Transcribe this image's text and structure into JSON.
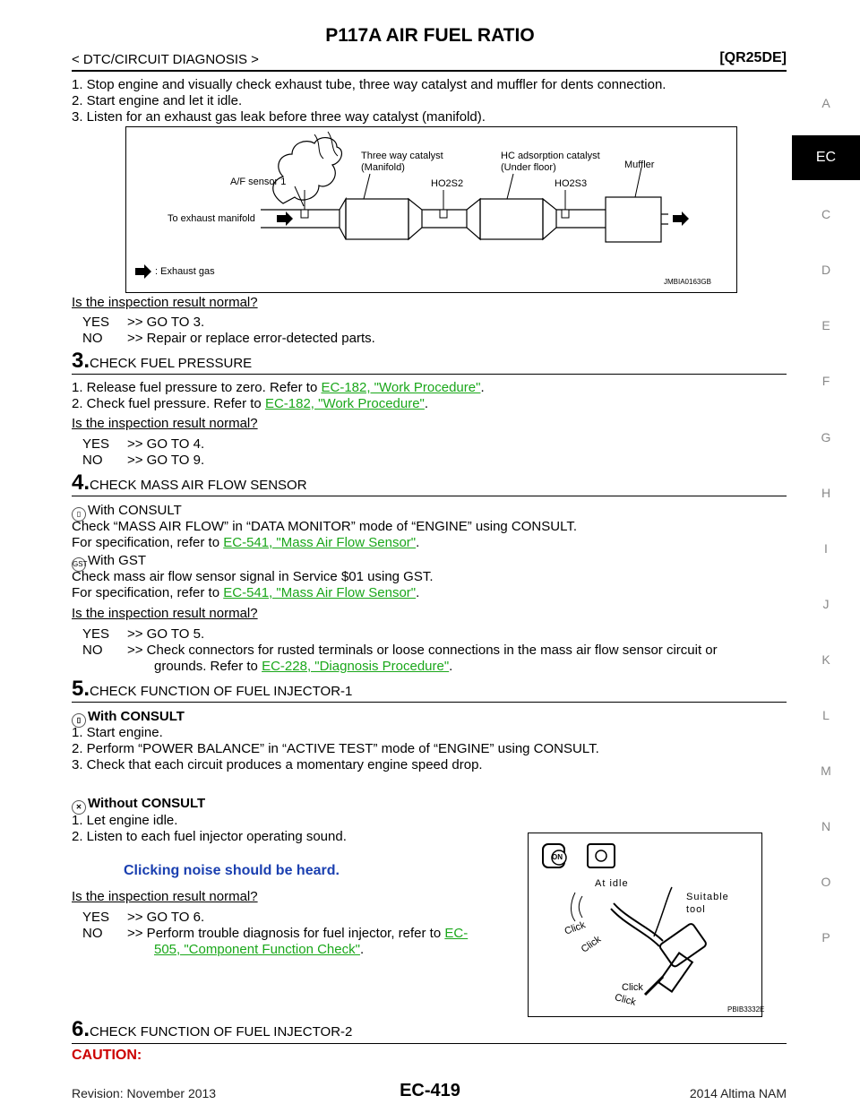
{
  "header": {
    "title": "P117A AIR FUEL RATIO",
    "section": "< DTC/CIRCUIT DIAGNOSIS >",
    "engine": "[QR25DE]"
  },
  "side_tabs": [
    "A",
    "EC",
    "C",
    "D",
    "E",
    "F",
    "G",
    "H",
    "I",
    "J",
    "K",
    "L",
    "M",
    "N",
    "O",
    "P"
  ],
  "step2": {
    "lines": [
      "1. Stop engine and visually check exhaust tube, three way catalyst and muffler for dents connection.",
      "2. Start engine and let it idle.",
      "3. Listen for an exhaust gas leak before three way catalyst (manifold)."
    ],
    "diagram": {
      "label_twc": "Three way catalyst",
      "label_twc2": "(Manifold)",
      "label_hc": "HC adsorption catalyst",
      "label_hc2": "(Under floor)",
      "label_muffler": "Muffler",
      "label_af": "A/F sensor 1",
      "label_ho2s2": "HO2S2",
      "label_ho2s3": "HO2S3",
      "label_manifold": "To exhaust manifold",
      "label_legend": ": Exhaust gas",
      "code": "JMBIA0163GB"
    },
    "question": "Is the inspection result normal?",
    "yes_key": "YES",
    "yes": ">> GO TO 3.",
    "no_key": "NO",
    "no": ">> Repair or replace error-detected parts."
  },
  "step3": {
    "num": "3.",
    "title": "CHECK FUEL PRESSURE",
    "line1_a": "1. Release fuel pressure to zero. Refer to ",
    "line1_link": "EC-182, \"Work Procedure\"",
    "line2_a": "2. Check fuel pressure. Refer to ",
    "line2_link": "EC-182, \"Work Procedure\"",
    "period": ".",
    "question": "Is the inspection result normal?",
    "yes_key": "YES",
    "yes": ">> GO TO 4.",
    "no_key": "NO",
    "no": ">> GO TO 9."
  },
  "step4": {
    "num": "4.",
    "title": "CHECK MASS AIR FLOW SENSOR",
    "consult_head": "With CONSULT",
    "consult_line": "Check “MASS AIR FLOW” in “DATA MONITOR” mode of “ENGINE” using CONSULT.",
    "spec_a": "For specification, refer to ",
    "spec_link": "EC-541, \"Mass Air Flow Sensor\"",
    "gst_icon": "GST",
    "gst_head": "With GST",
    "gst_line": "Check mass air flow sensor signal in Service $01 using GST.",
    "spec2_a": "For specification, refer to ",
    "spec2_link": "EC-541, \"Mass Air Flow Sensor\"",
    "period": ".",
    "question": "Is the inspection result normal?",
    "yes_key": "YES",
    "yes": ">> GO TO 5.",
    "no_key": "NO",
    "no": ">> Check connectors for rusted terminals or loose connections in the mass air flow sensor circuit or",
    "no2_a": "grounds. Refer to ",
    "no2_link": "EC-228, \"Diagnosis Procedure\""
  },
  "step5": {
    "num": "5.",
    "title": "CHECK FUNCTION OF FUEL INJECTOR-1",
    "consult_head": "With CONSULT",
    "l1": "1. Start engine.",
    "l2": "2. Perform “POWER BALANCE” in “ACTIVE TEST” mode of “ENGINE” using CONSULT.",
    "l3": "3. Check that each circuit produces a momentary engine speed drop.",
    "without_head": "Without CONSULT",
    "w1": "1. Let engine idle.",
    "w2": "2. Listen to each fuel injector operating sound.",
    "note": "Clicking noise should be heard.",
    "question": "Is the inspection result normal?",
    "yes_key": "YES",
    "yes": ">> GO TO 6.",
    "no_key": "NO",
    "no_a": ">> Perform trouble diagnosis for fuel injector, refer to ",
    "no_link1": "EC-",
    "no_link2": "505, \"Component Function Check\"",
    "period": ".",
    "figure": {
      "on_label": "ON",
      "at_idle": "At idle",
      "suitable": "Suitable",
      "tool": "tool",
      "click": "Click",
      "code": "PBIB3332E"
    }
  },
  "step6": {
    "num": "6.",
    "title": "CHECK FUNCTION OF FUEL INJECTOR-2",
    "caution": "CAUTION:"
  },
  "footer": {
    "page": "EC-419",
    "revision": "Revision: November 2013",
    "model": "2014 Altima NAM"
  }
}
